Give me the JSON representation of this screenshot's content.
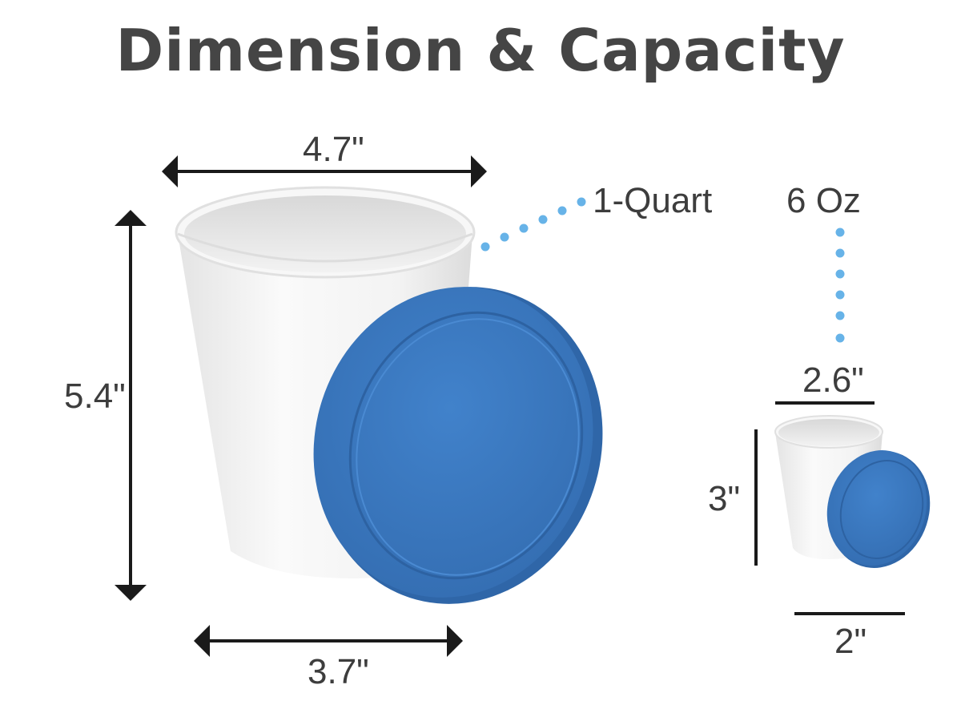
{
  "title": "Dimension & Capacity",
  "large_container": {
    "capacity": "1-Quart",
    "top_width": "4.7\"",
    "height": "5.4\"",
    "bottom_width": "3.7\""
  },
  "small_container": {
    "capacity": "6 Oz",
    "top_width": "2.6\"",
    "height": "3\"",
    "bottom_width": "2\""
  },
  "colors": {
    "lid": "#3a78c0",
    "dotted_leader": "#67b3e8",
    "dimension_line": "#1a1a1a",
    "text": "#3d3d3d"
  }
}
